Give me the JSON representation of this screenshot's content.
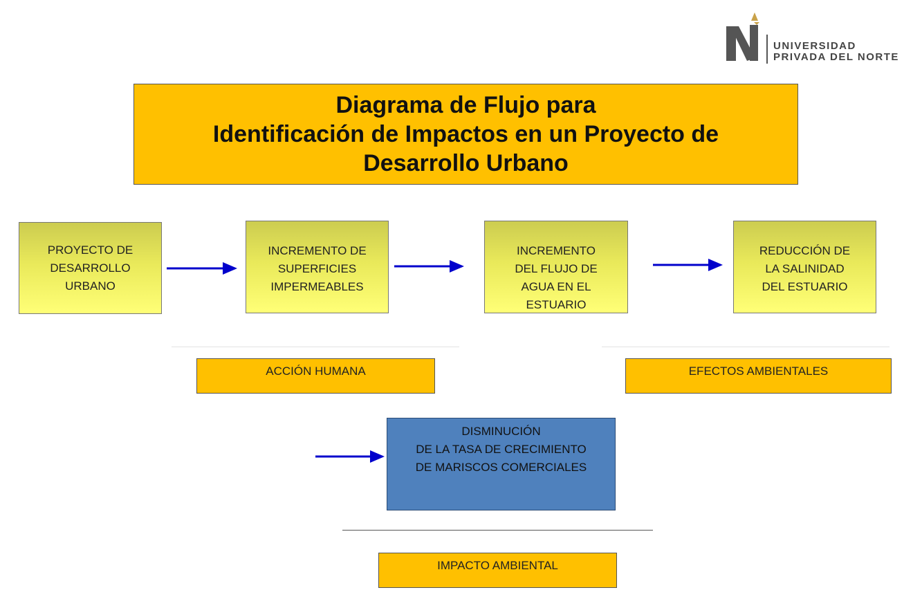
{
  "logo": {
    "line1": "UNIVERSIDAD",
    "line2": "PRIVADA DEL NORTE"
  },
  "title": {
    "lines": [
      "Diagrama de Flujo para",
      "Identificación de Impactos en un Proyecto de",
      "Desarrollo Urbano"
    ]
  },
  "nodes": {
    "proyecto": [
      "PROYECTO DE",
      "DESARROLLO",
      "URBANO"
    ],
    "superficies": [
      "INCREMENTO DE",
      "SUPERFICIES",
      "IMPERMEABLES"
    ],
    "flujo": [
      "INCREMENTO",
      "DEL FLUJO DE",
      "AGUA EN EL",
      "ESTUARIO"
    ],
    "salinidad": [
      "REDUCCIÓN DE",
      "LA SALINIDAD",
      "DEL ESTUARIO"
    ],
    "mariscos": [
      "DISMINUCIÓN",
      "DE LA TASA DE CRECIMIENTO",
      "DE MARISCOS COMERCIALES"
    ]
  },
  "labels": {
    "accion": "ACCIÓN HUMANA",
    "efectos": "EFECTOS  AMBIENTALES",
    "impacto": "IMPACTO AMBIENTAL"
  },
  "colors": {
    "orange": "#FFC000",
    "blue_box": "#4F81BD",
    "arrow": "#0000CC",
    "logo_gold": "#C9A24A",
    "logo_gray": "#555555"
  }
}
